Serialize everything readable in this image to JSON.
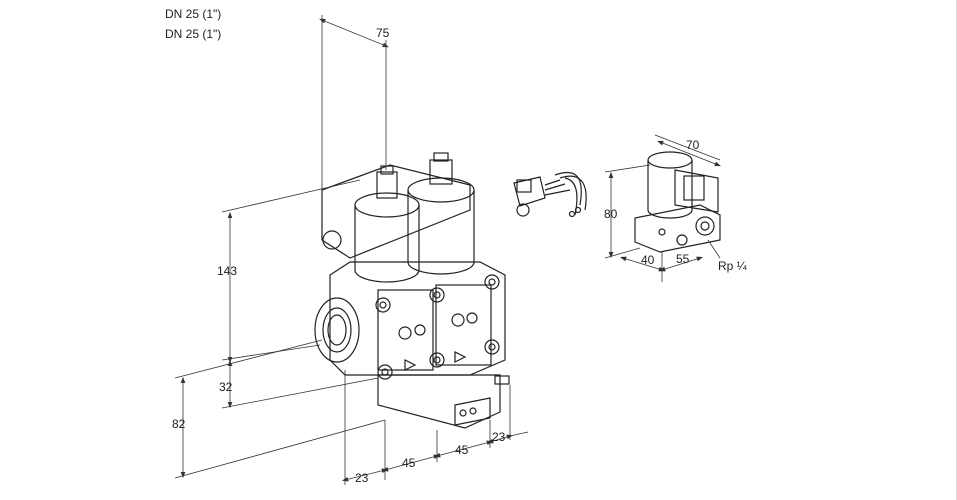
{
  "header": {
    "inlet_size": "DN 25 (1\")",
    "outlet_size": "DN 25 (1\")"
  },
  "dimensions": {
    "top_width": "75",
    "height_total": "143",
    "lower_offset": "32",
    "base_height": "82",
    "bottom_left": "23",
    "bottom_mid1": "45",
    "bottom_mid2": "45",
    "bottom_right": "23"
  },
  "detail": {
    "width": "70",
    "height": "80",
    "depth_left": "40",
    "depth_right": "55",
    "port_label": "Rp ¼"
  }
}
